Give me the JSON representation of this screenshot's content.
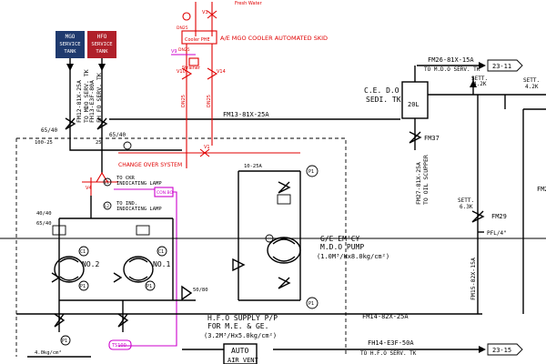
{
  "tanks": {
    "mgo": {
      "line1": "MGO",
      "line2": "SERVICE",
      "line3": "TANK",
      "color": "#1f3a6e"
    },
    "hfo": {
      "line1": "HFO",
      "line2": "SERVICE",
      "line3": "TANK",
      "color": "#b0202a"
    }
  },
  "skid": {
    "title": "A/E MGO COOLER AUTOMATED SKID",
    "fresh_water": "Fresh Water",
    "cooler": "Cooler PHE",
    "strainer": "Strainer",
    "change_over": "CHANGE OVER SYSTEM",
    "v_labels": [
      "V3",
      "V9",
      "V10",
      "V14",
      "V1",
      "V4",
      "V5",
      "V6"
    ],
    "small_tags": [
      "DN25",
      "DN25",
      "DN25",
      "DN25",
      "DN25",
      "DN25"
    ]
  },
  "lines": {
    "fm26": "FM26-81X-15A",
    "fm26_to": "TO M.D.O SERV. TK",
    "ref_23_11": "23-11",
    "fm13": "FM13-81X-25A",
    "fm14": "FM14-82X-25A",
    "fh14": "FH14-E3F-50A",
    "fh14_to": "TO H.F.O SERV. TK",
    "ref_23_15": "23-15",
    "fm27": "FM27-81X-25A",
    "fm27_to": "TO OIL SCUPPER",
    "fm15": "FM15-82X-15A",
    "fm12": "FM12-81X-25A",
    "fm12_to": "TO MDO SERV. TK",
    "fh13": "FH13-E3F-80A",
    "fh13_to": "FH FO SERV. TK",
    "fm2": "FM2"
  },
  "equipment": {
    "ce_do": "C.E. D.O",
    "sedi_tk": "SEDI. TK",
    "sedi_cap": "20L",
    "fm37": "FM37",
    "fm29": "FM29",
    "sett1": "SETT.",
    "sett1_val": "4.2K",
    "sett2": "SETT.",
    "sett2_val": "6.3K",
    "sett3": "SETT.",
    "sett3_val": "4.2K",
    "pfl": "PFL/4\"",
    "pump_title": "G/E EM'CY",
    "pump_sub": "M.D.O PUMP",
    "pump_spec": "(1.0M³/Hx8.0kg/cm²)",
    "no2": "NO.2",
    "no1": "NO.1",
    "supply_title": "H.F.O SUPPLY P/P",
    "supply_sub": "FOR M.E. & GE.",
    "supply_spec": "(3.2M³/Hx5.0kg/cm²)",
    "to_ckr": "TO CKR",
    "ind_lamp1": "INDICATING LAMP",
    "to_ind": "TO IND.",
    "ind_lamp2": "INDICATING LAMP",
    "con_bo": "CON.BO",
    "ref_65_40": "65/40",
    "ref_65_40b": "65/40",
    "ref_65_40c": "65/40",
    "ref_100_25": "100-25",
    "ref_25": "25",
    "ref_10_25": "10-25A",
    "ref_40_40": "40/40",
    "ref_50_80": "50/80",
    "ts100": "TS100",
    "pi1": "P1",
    "pi2": "P1",
    "pi3": "P1",
    "pi4": "P1",
    "ci1": "C1",
    "ci2": "C1",
    "auto_air": "AUTO",
    "auto_air2": "AIR VENT",
    "kg_tag": "4.0kg/cm²",
    "l1": "L1",
    "l2": "L2",
    "v2": "V2"
  }
}
